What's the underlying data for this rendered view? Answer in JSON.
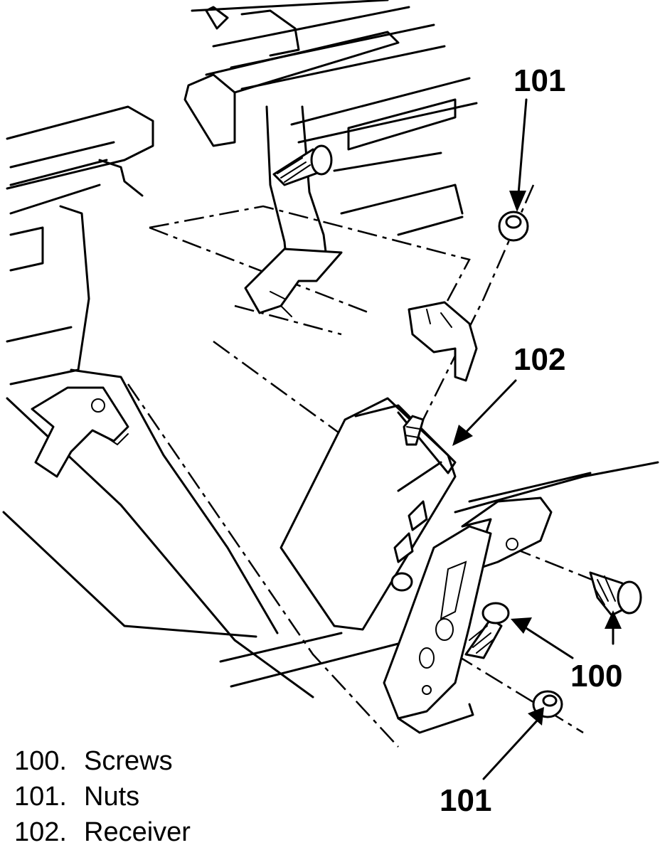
{
  "callouts": {
    "nut_top": "101",
    "receiver": "102",
    "screw": "100",
    "nut_bottom": "101"
  },
  "legend": [
    {
      "number": "100.",
      "label": "Screws"
    },
    {
      "number": "101.",
      "label": "Nuts"
    },
    {
      "number": "102.",
      "label": "Receiver"
    }
  ]
}
